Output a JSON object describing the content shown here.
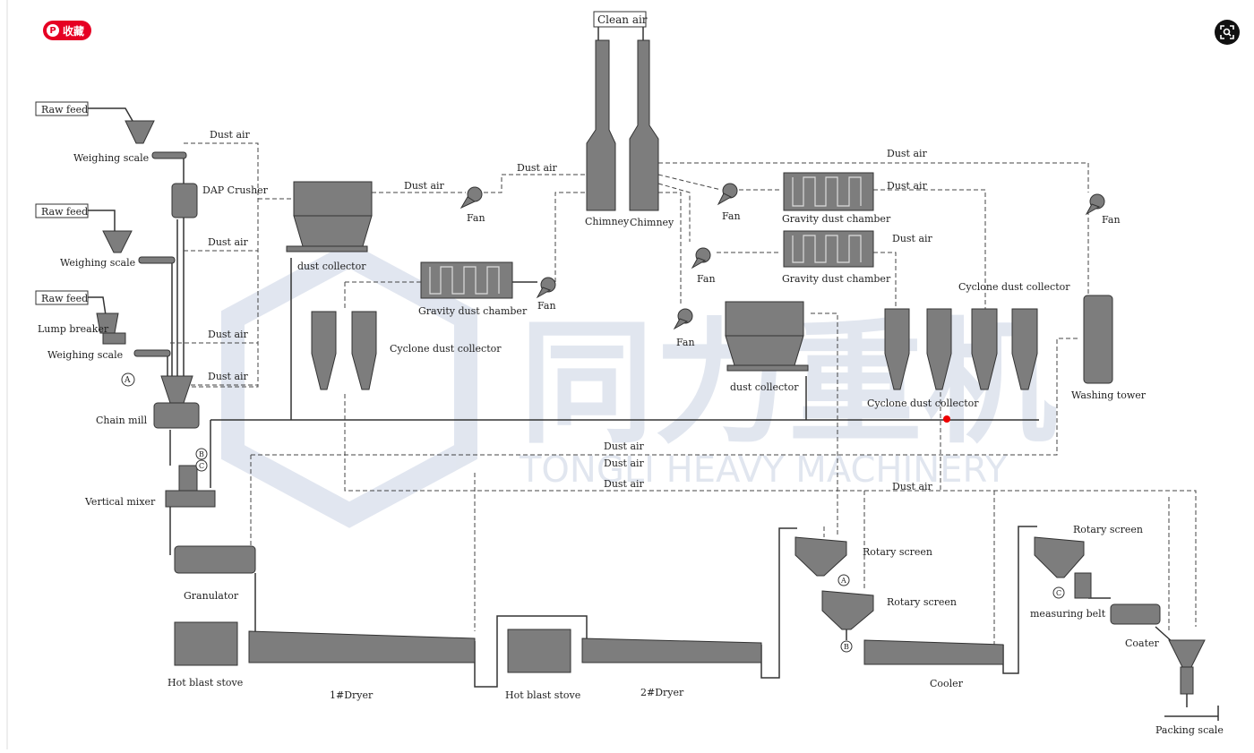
{
  "overlay": {
    "save_label": "收藏",
    "pin_icon": "pinterest-icon",
    "lens_icon": "visual-search-icon"
  },
  "watermark": {
    "brand_cn": "同力重机",
    "brand_en": "TONGLI HEAVY MACHINERY"
  },
  "colors": {
    "equipment": "#7d7d7d",
    "line": "#333333",
    "watermark": "#c9d2e3",
    "save": "#e60023"
  },
  "labels": {
    "clean_air": "Clean air",
    "raw_feed_1": "Raw feed",
    "raw_feed_2": "Raw feed",
    "raw_feed_3": "Raw feed",
    "weighing_scale_1": "Weighing scale",
    "weighing_scale_2": "Weighing scale",
    "weighing_scale_3": "Weighing scale",
    "dap_crusher": "DAP Crusher",
    "lump_breaker": "Lump breaker",
    "chain_mill": "Chain mill",
    "vertical_mixer": "Vertical mixer",
    "granulator": "Granulator",
    "hot_blast_stove_1": "Hot blast stove",
    "hot_blast_stove_2": "Hot blast stove",
    "dryer_1": "1#Dryer",
    "dryer_2": "2#Dryer",
    "cooler": "Cooler",
    "coater": "Coater",
    "packing_scale": "Packing scale",
    "measuring_belt": "measuring belt",
    "rotary_screen_1": "Rotary screen",
    "rotary_screen_2": "Rotary screen",
    "rotary_screen_3": "Rotary screen",
    "dust_collector_1": "dust collector",
    "dust_collector_2": "dust collector",
    "cyclone_1": "Cyclone dust collector",
    "cyclone_2": "Cyclone dust collector",
    "cyclone_3": "Cyclone dust collector",
    "gravity_1": "Gravity dust chamber",
    "gravity_2": "Gravity dust chamber",
    "gravity_3": "Gravity dust chamber",
    "chimney_1": "Chimney",
    "chimney_2": "Chimney",
    "washing_tower": "Washing tower",
    "fan_1": "Fan",
    "fan_2": "Fan",
    "fan_3": "Fan",
    "fan_4": "Fan",
    "fan_5": "Fan",
    "fan_6": "Fan",
    "dust_air_1": "Dust air",
    "dust_air_2": "Dust air",
    "dust_air_3": "Dust air",
    "dust_air_4": "Dust air",
    "dust_air_5": "Dust air",
    "dust_air_6": "Dust air",
    "dust_air_7": "Dust air",
    "dust_air_8": "Dust air",
    "dust_air_9": "Dust air",
    "dust_air_10": "Dust air",
    "dust_air_11": "Dust air",
    "dust_air_12": "Dust air",
    "dust_air_13": "Dust air",
    "marker_a1": "A",
    "marker_a2": "A",
    "marker_b1": "B",
    "marker_b2": "B",
    "marker_c1": "C",
    "marker_c2": "C"
  }
}
